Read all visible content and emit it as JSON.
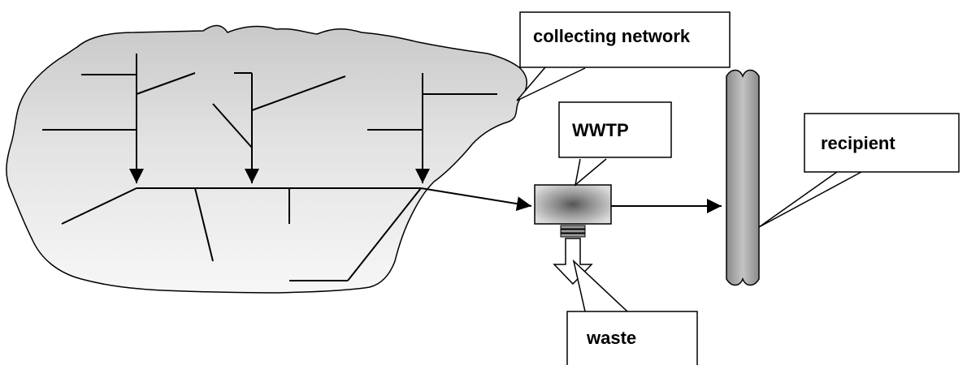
{
  "labels": {
    "collecting_network": "collecting network",
    "wwtp": "WWTP",
    "recipient": "recipient",
    "waste": "waste"
  },
  "colors": {
    "area_fill_light": "#f4f4f4",
    "area_fill_dark": "#c8c8c8",
    "stroke": "#000000",
    "river_mid": "#b8b8b8",
    "river_edge": "#8c8c8c"
  }
}
